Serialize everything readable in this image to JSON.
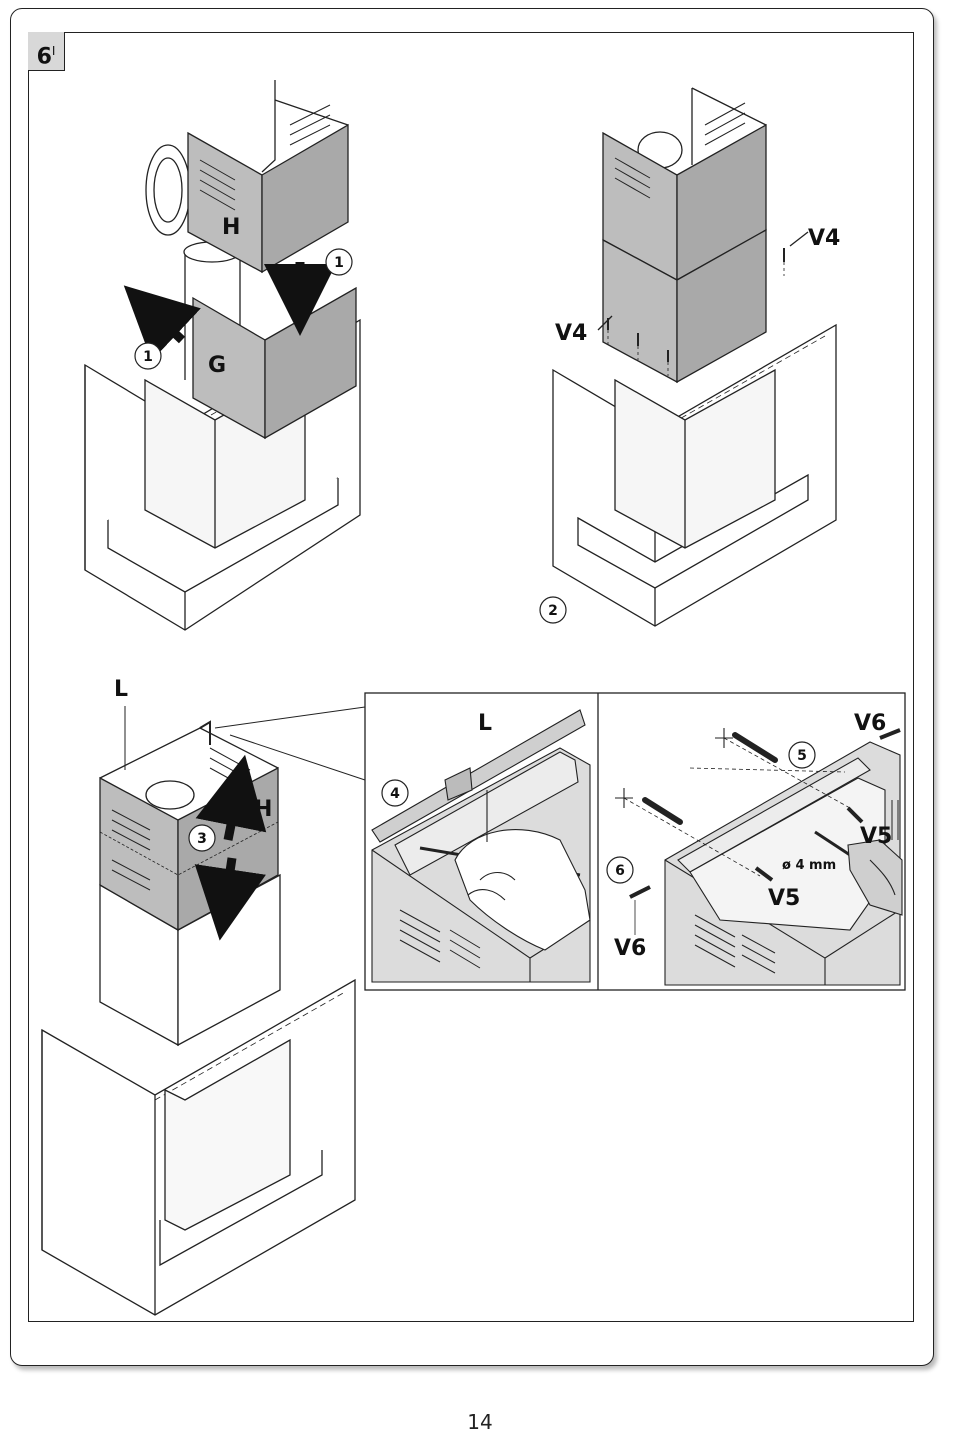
{
  "header": {
    "step_main": "6",
    "step_sup": "I"
  },
  "fig1": {
    "label_H": "H",
    "label_G": "G",
    "step_a": "1",
    "step_b": "1"
  },
  "fig2": {
    "label_v4_right": "V4",
    "label_v4_left": "V4",
    "step": "2"
  },
  "fig3": {
    "label_L": "L",
    "label_H": "H",
    "step": "3"
  },
  "detail4": {
    "label_L": "L",
    "step": "4"
  },
  "detail5": {
    "label_v6_top": "V6",
    "label_v5_right": "V5",
    "label_dia": "ø 4 mm",
    "label_v5_bottom": "V5",
    "label_v6_bottom": "V6",
    "step5": "5",
    "step6": "6"
  },
  "footer": {
    "page_number": "14"
  },
  "colors": {
    "panel": "#bdbdbd",
    "panel_dark": "#a9a9a9",
    "line": "#222222",
    "detail_bg": "#dcdcdc"
  }
}
